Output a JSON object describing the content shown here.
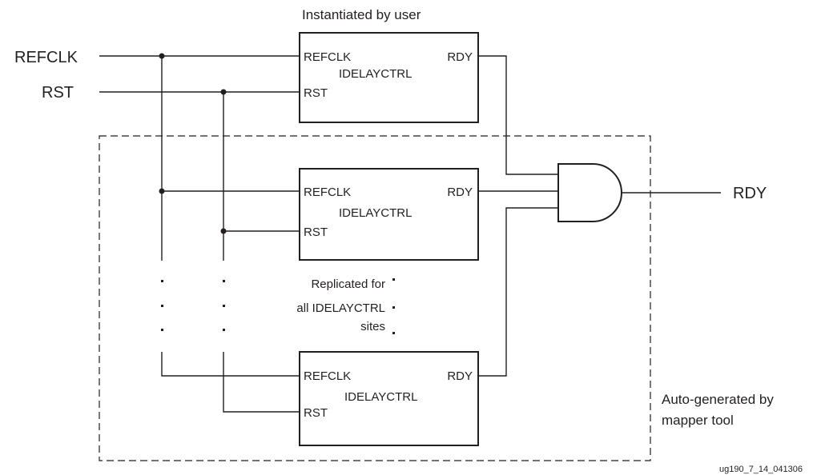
{
  "inputs": {
    "refclk": "REFCLK",
    "rst": "RST"
  },
  "output": {
    "rdy": "RDY"
  },
  "instantiated_label": "Instantiated by user",
  "auto_generated_label": [
    "Auto-generated by",
    "mapper tool"
  ],
  "replicated_label": [
    "Replicated for",
    "all IDELAYCTRL",
    "sites"
  ],
  "blocks": [
    {
      "name": "IDELAYCTRL",
      "refclk_pin": "REFCLK",
      "rst_pin": "RST",
      "rdy_pin": "RDY"
    },
    {
      "name": "IDELAYCTRL",
      "refclk_pin": "REFCLK",
      "rst_pin": "RST",
      "rdy_pin": "RDY"
    },
    {
      "name": "IDELAYCTRL",
      "refclk_pin": "REFCLK",
      "rst_pin": "RST",
      "rdy_pin": "RDY"
    }
  ],
  "figure_id": "ug190_7_14_041306"
}
